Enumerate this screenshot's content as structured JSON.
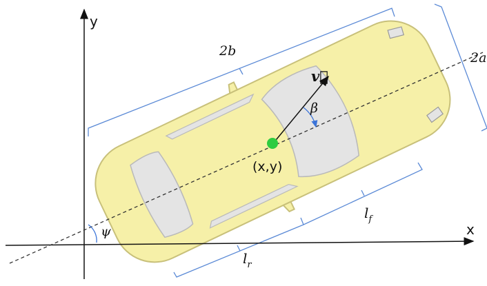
{
  "diagram": {
    "axis_x_label": "x",
    "axis_y_label": "y",
    "center_label": "(x,y)",
    "velocity_label": "v⃗",
    "slip_angle_label": "β",
    "heading_label": "ψ",
    "width_label": "2a",
    "length_label": "2b",
    "front_length_label": "l",
    "front_length_sub": "f",
    "rear_length_label": "l",
    "rear_length_sub": "r"
  },
  "colors": {
    "car_body": "#f6f0a8",
    "car_outline": "#c8c07a",
    "window": "#e4e4e4",
    "dimension_lines": "#5b8ad6",
    "center_point": "#2ecc40",
    "axes": "#111111",
    "heading_line": "#333333",
    "angle_arc": "#3b74d8"
  }
}
